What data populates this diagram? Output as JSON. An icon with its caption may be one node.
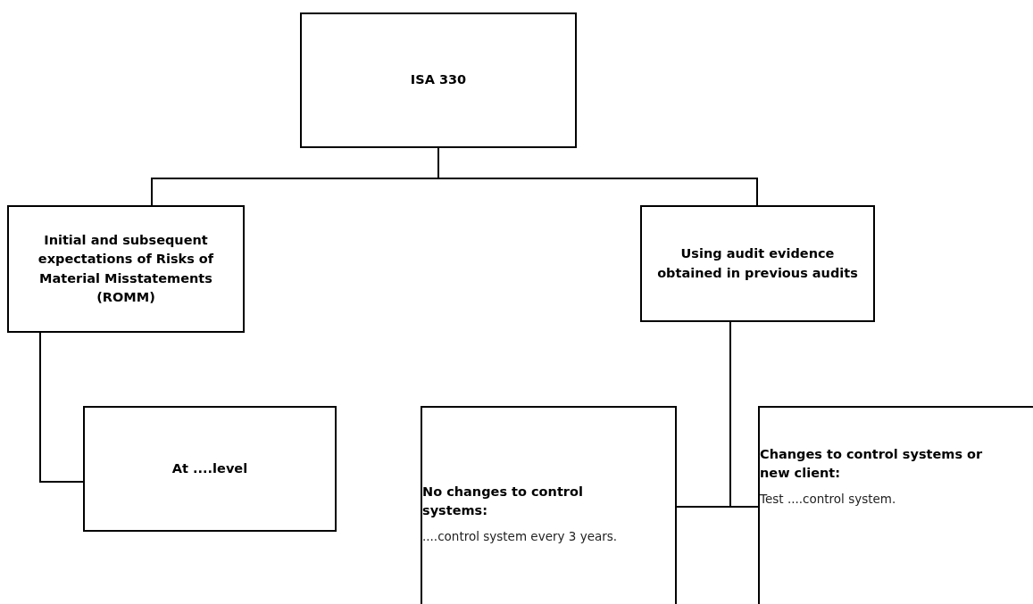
{
  "diagram": {
    "nodes": [
      {
        "text": [
          "ISA 330"
        ]
      },
      {
        "text": [
          "Initial and subsequent expectations of Risks of Material Misstatements (ROMM)"
        ]
      },
      {
        "text": [
          "Using audit evidence obtained in previous audits"
        ]
      },
      {
        "text": [
          "At ....level"
        ]
      },
      {
        "text": [
          "No changes to control systems:",
          "....control system every 3 years."
        ]
      },
      {
        "text": [
          "Changes to control systems or new client:",
          "Test ....control system."
        ]
      }
    ],
    "edges": [
      {
        "from": 0,
        "to": 1,
        "arrow": "none"
      },
      {
        "from": 0,
        "to": 2,
        "arrow": "none"
      },
      {
        "from": 1,
        "to": 3,
        "arrow": "none"
      },
      {
        "from": 2,
        "to": 4,
        "arrow": "none"
      },
      {
        "from": 2,
        "to": 5,
        "arrow": "none"
      }
    ]
  }
}
